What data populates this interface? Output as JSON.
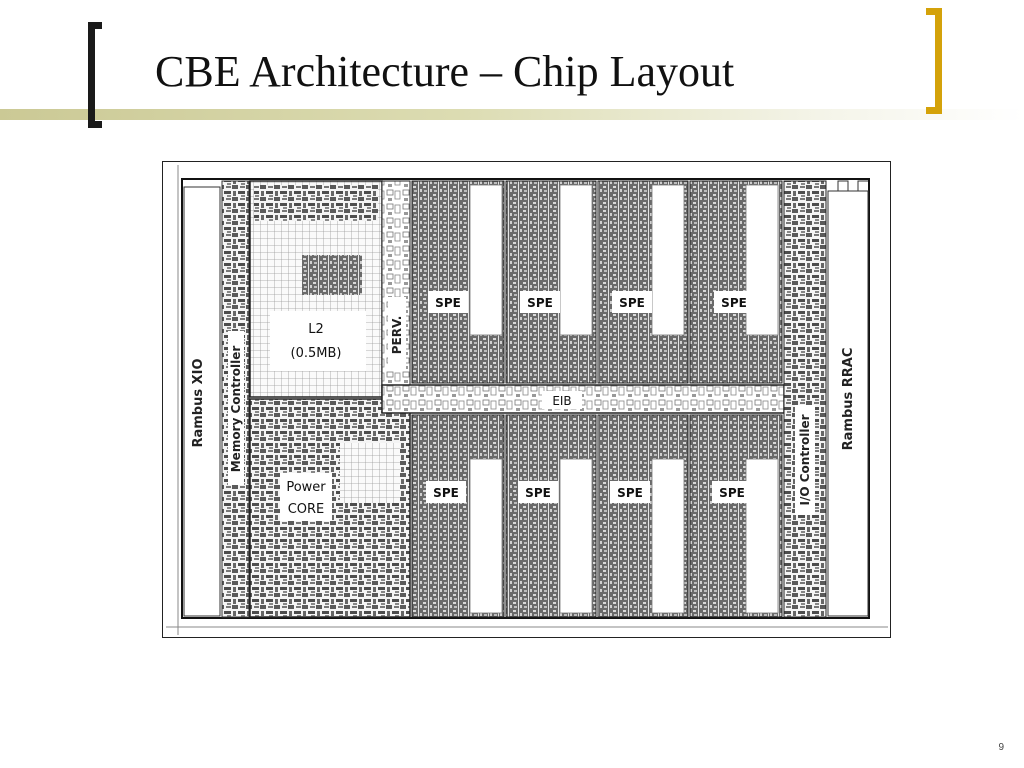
{
  "slide": {
    "title": "CBE Architecture – Chip Layout",
    "page_number": "9"
  },
  "colors": {
    "bracket_left": "#1a1a1a",
    "bracket_right": "#d4a20a",
    "title_band": "#cbc995",
    "circuit_gray": "#5a5a5a"
  },
  "diagram": {
    "rambus_xio": "Rambus XIO",
    "memory_controller": "Memory Controller",
    "l2": "L2",
    "l2_size": "(0.5MB)",
    "perv": "PERV.",
    "eib": "EIB",
    "power": "Power",
    "core": "CORE",
    "spe": "SPE",
    "io_controller": "I/O Controller",
    "rambus_rrac": "Rambus RRAC"
  }
}
